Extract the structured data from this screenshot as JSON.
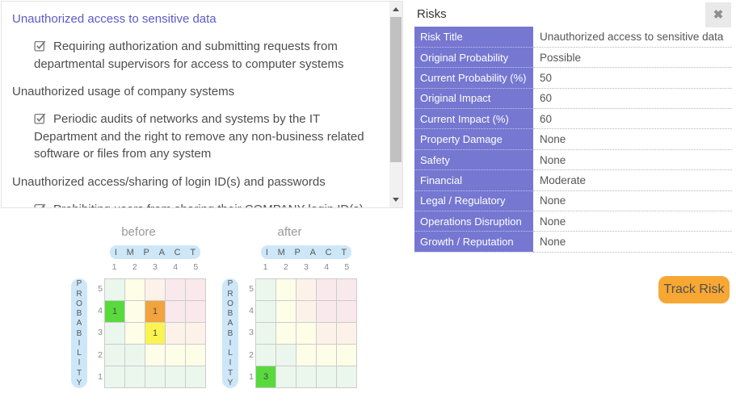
{
  "left_panel": {
    "items": [
      {
        "type": "title",
        "selected": true,
        "text": "Unauthorized access to sensitive data"
      },
      {
        "type": "mitigation",
        "checked": true,
        "text": "Requiring authorization and submitting requests from departmental supervisors for access to computer systems"
      },
      {
        "type": "title",
        "selected": false,
        "text": "Unauthorized usage of company systems"
      },
      {
        "type": "mitigation",
        "checked": true,
        "text": "Periodic audits of networks and systems by the IT Department and the right to remove any non-business related software or files from any system"
      },
      {
        "type": "title",
        "selected": false,
        "text": "Unauthorized access/sharing of login ID(s) and passwords"
      },
      {
        "type": "mitigation",
        "checked": true,
        "text": "Prohibiting users from sharing their COMPANY login ID(s)"
      }
    ]
  },
  "risks_panel": {
    "title": "Risks",
    "close_icon": "✖",
    "rows": [
      {
        "label": "Risk Title",
        "value": "Unauthorized access to sensitive data"
      },
      {
        "label": "Original Probability",
        "value": "Possible"
      },
      {
        "label": "Current Probability (%)",
        "value": "50"
      },
      {
        "label": "Original Impact",
        "value": "60"
      },
      {
        "label": "Current Impact (%)",
        "value": "60"
      },
      {
        "label": "Property Damage",
        "value": "None"
      },
      {
        "label": "Safety",
        "value": "None"
      },
      {
        "label": "Financial",
        "value": "Moderate"
      },
      {
        "label": "Legal / Regulatory",
        "value": "None"
      },
      {
        "label": "Operations Disruption",
        "value": "None"
      },
      {
        "label": "Growth / Reputation",
        "value": "None"
      }
    ]
  },
  "track_button": {
    "label": "Track Risk"
  },
  "matrices": {
    "impact_label": "IMPACT",
    "probability_label": "PROBABILITY",
    "col_numbers": [
      "1",
      "2",
      "3",
      "4",
      "5"
    ],
    "row_numbers": [
      "5",
      "4",
      "3",
      "2",
      "1"
    ],
    "base_pattern": [
      "gyopp",
      "gyopp",
      "gyyoo",
      "ggyyy",
      "ggggg"
    ],
    "palette": {
      "g": "#ebf7ec",
      "y": "#fdfde8",
      "o": "#fdf2e9",
      "p": "#f9e8ec",
      "green": "#58da3d",
      "orange": "#f2a33c",
      "yellow": "#f9f450"
    },
    "before": {
      "title": "before",
      "cells": [
        {
          "row": 4,
          "col": 1,
          "value": "1",
          "color": "green"
        },
        {
          "row": 4,
          "col": 3,
          "value": "1",
          "color": "orange"
        },
        {
          "row": 3,
          "col": 3,
          "value": "1",
          "color": "yellow"
        }
      ]
    },
    "after": {
      "title": "after",
      "cells": [
        {
          "row": 1,
          "col": 1,
          "value": "3",
          "color": "green"
        }
      ]
    }
  },
  "colors": {
    "accent_purple": "#7577d1",
    "selected_link": "#5b5bc8",
    "button_orange": "#f7a733",
    "pill_blue": "#cde7f8"
  }
}
